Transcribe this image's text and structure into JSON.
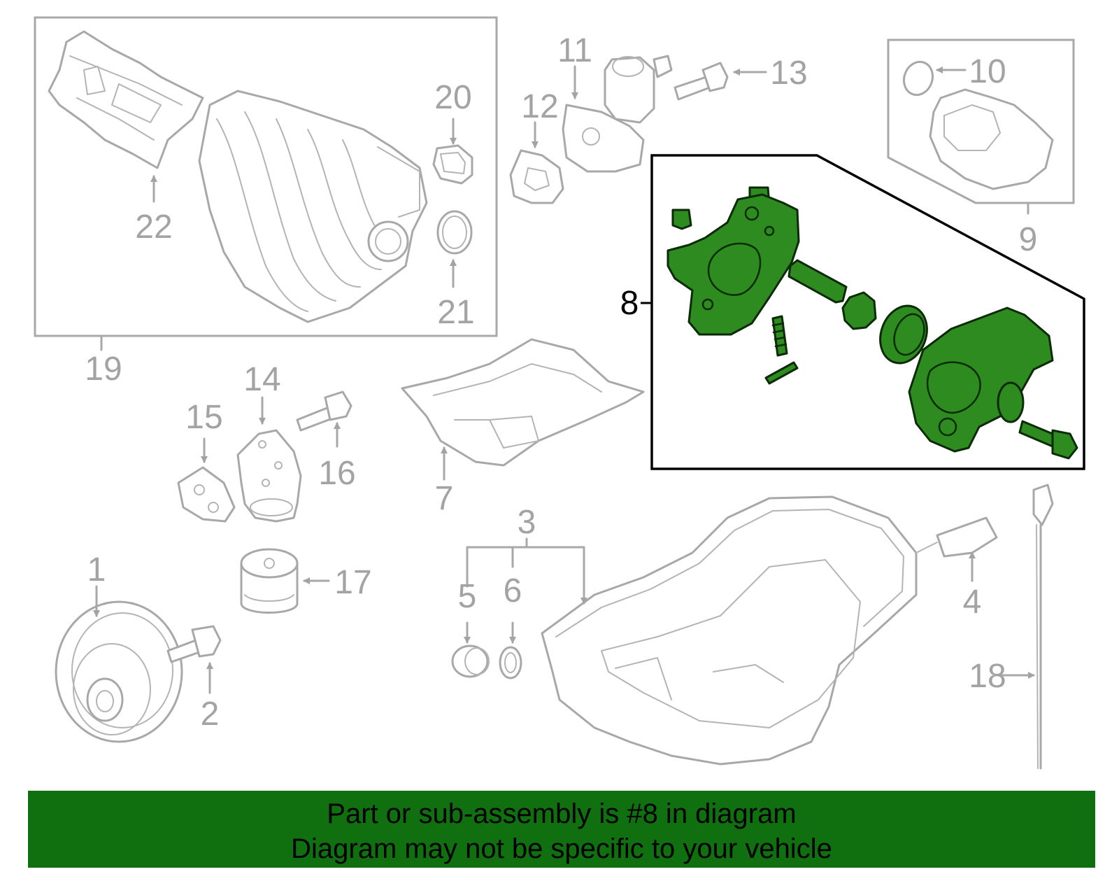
{
  "callouts": [
    "1",
    "2",
    "3",
    "4",
    "5",
    "6",
    "7",
    "8",
    "9",
    "10",
    "11",
    "12",
    "13",
    "14",
    "15",
    "16",
    "17",
    "18",
    "19",
    "20",
    "21",
    "22"
  ],
  "banner": {
    "line1": "Part or sub-assembly is #8 in diagram",
    "line2": "Diagram may not be specific to your vehicle"
  },
  "colors": {
    "highlight_part": "#2e8b1f",
    "banner_background": "#107010",
    "line_art": "#a8a8a8"
  }
}
